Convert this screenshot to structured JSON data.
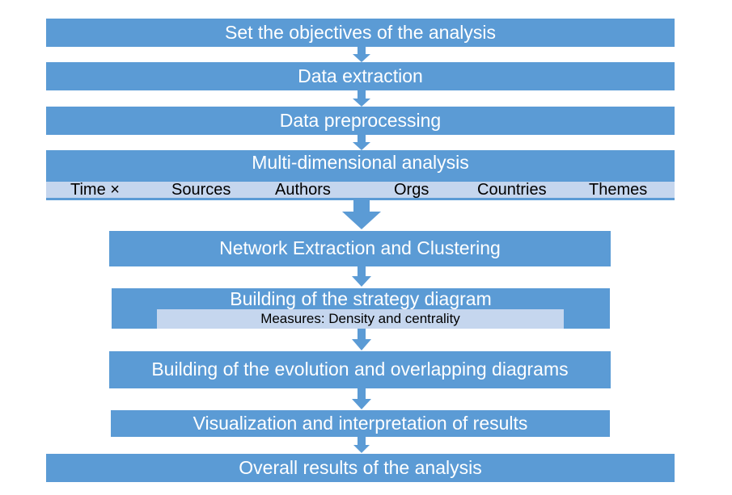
{
  "steps": {
    "objectives": "Set the objectives of the analysis",
    "extraction": "Data extraction",
    "preprocessing": "Data preprocessing",
    "multidim": "Multi-dimensional analysis",
    "network": "Network Extraction and Clustering",
    "strategy": "Building of the strategy diagram",
    "evolution": "Building of the evolution and overlapping diagrams",
    "visualization": "Visualization and interpretation of results",
    "overall": "Overall results of the analysis"
  },
  "dimensions": [
    "Time ×",
    "Sources",
    "Authors",
    "Orgs",
    "Countries",
    "Themes"
  ],
  "strategy_measures": "Measures: Density and centrality",
  "colors": {
    "box": "#5b9bd5",
    "sub_bar": "#c5d6ee",
    "arrow": "#5b9bd5"
  }
}
